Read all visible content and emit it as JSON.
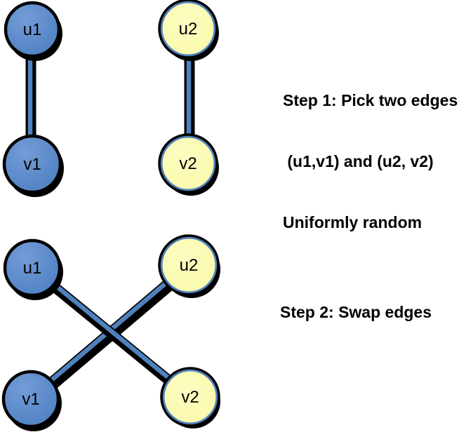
{
  "colors": {
    "node_blue": "#4a7ebf",
    "node_blue_light": "#749cd8",
    "node_yellow": "#f9f9a8",
    "node_yellow_light": "#fdfdc2",
    "node_ring_blue": "#4f81bd",
    "edge_blue": "#4f81bd",
    "outline_black": "#000000",
    "text_black": "#000000"
  },
  "step1": {
    "caption_lines": [
      "Step 1: Pick two edges",
      " (u1,v1) and (u2, v2)",
      "Uniformly random"
    ],
    "graph": {
      "nodes": [
        {
          "id": "u1",
          "label": "u1",
          "color_role": "blue"
        },
        {
          "id": "u2",
          "label": "u2",
          "color_role": "yellow"
        },
        {
          "id": "v1",
          "label": "v1",
          "color_role": "blue"
        },
        {
          "id": "v2",
          "label": "v2",
          "color_role": "yellow"
        }
      ],
      "edges": [
        {
          "from": "u1",
          "to": "v1"
        },
        {
          "from": "u2",
          "to": "v2"
        }
      ]
    }
  },
  "step2": {
    "caption_lines": [
      "Step 2: Swap edges"
    ],
    "graph": {
      "nodes": [
        {
          "id": "u1",
          "label": "u1",
          "color_role": "blue"
        },
        {
          "id": "u2",
          "label": "u2",
          "color_role": "yellow"
        },
        {
          "id": "v1",
          "label": "v1",
          "color_role": "blue"
        },
        {
          "id": "v2",
          "label": "v2",
          "color_role": "yellow"
        }
      ],
      "edges": [
        {
          "from": "u1",
          "to": "v2"
        },
        {
          "from": "u2",
          "to": "v1"
        }
      ]
    }
  }
}
